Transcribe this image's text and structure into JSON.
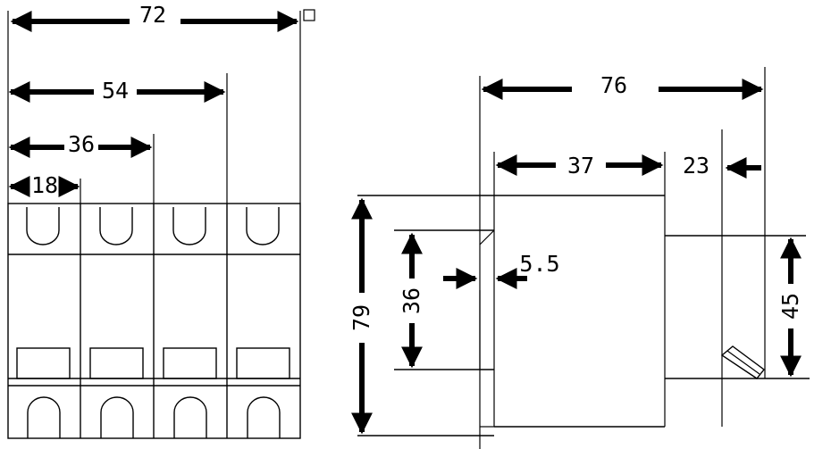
{
  "front_view": {
    "dims": {
      "overall_width": "72",
      "width_3p": "54",
      "width_2p": "36",
      "width_1p": "18"
    },
    "poles": 4
  },
  "side_view": {
    "dims": {
      "total_depth": "76",
      "body_depth": "37",
      "front_depth": "23",
      "rail_offset": "5.5",
      "total_height": "79",
      "rail_height": "36",
      "front_height": "45"
    }
  },
  "colors": {
    "line": "#000000",
    "background": "#ffffff"
  }
}
